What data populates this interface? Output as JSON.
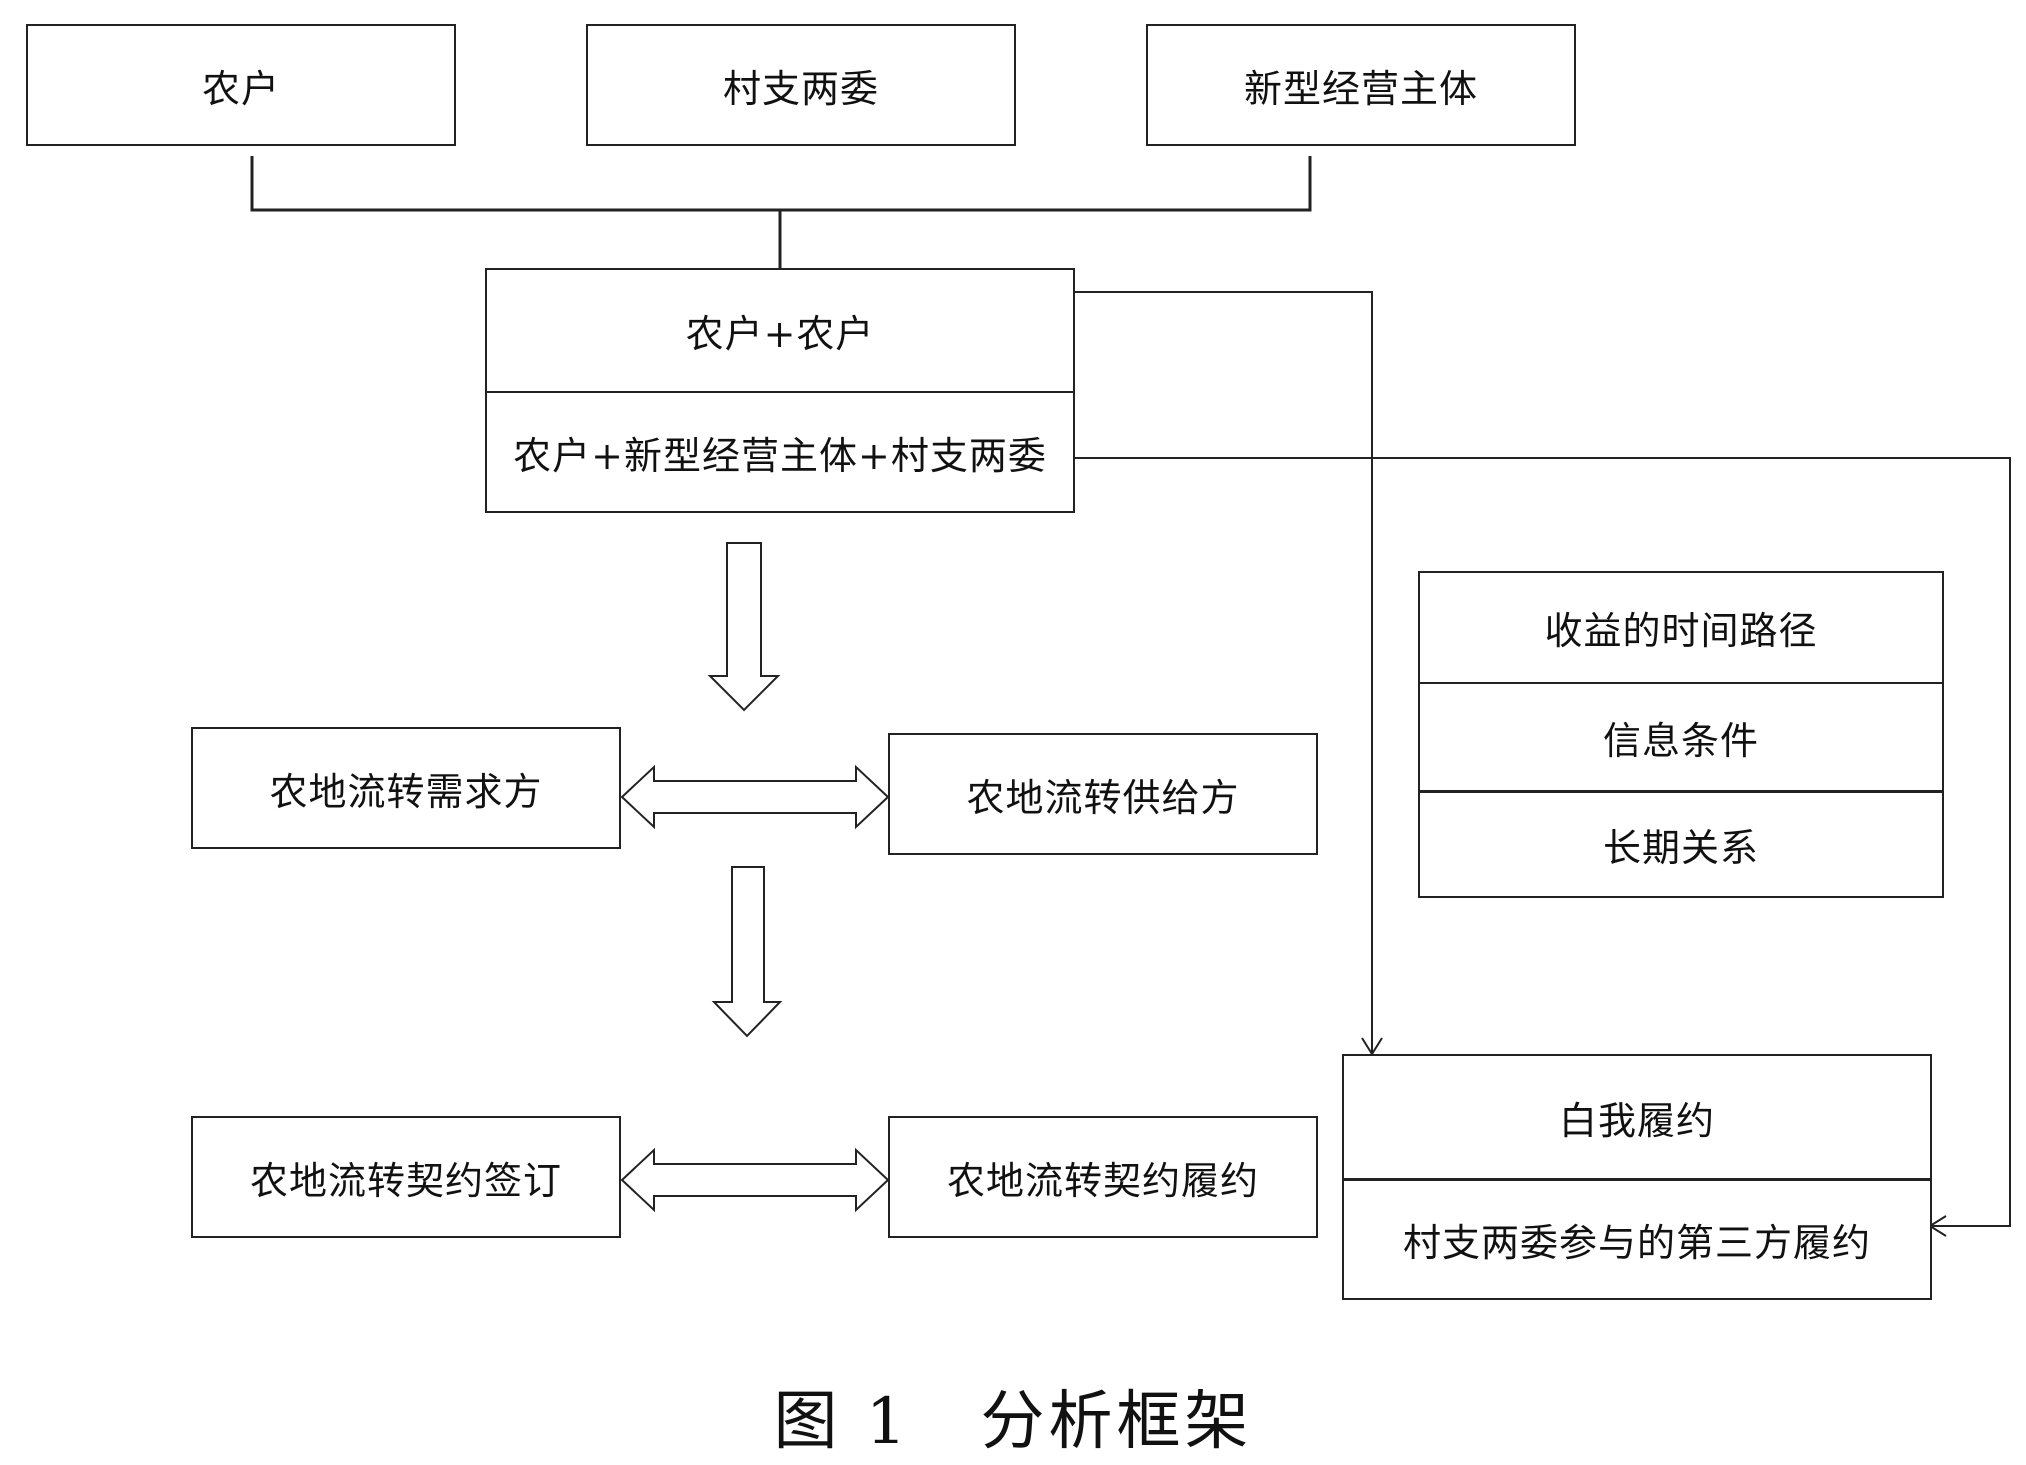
{
  "top_row": {
    "farmer": "农户",
    "village_committee": "村支两委",
    "new_entity": "新型经营主体"
  },
  "combination_box": {
    "row1": "农户+农户",
    "row2": "农户+新型经营主体+村支两委"
  },
  "middle": {
    "demand": "农地流转需求方",
    "supply": "农地流转供给方"
  },
  "bottom": {
    "signing": "农地流转契约签订",
    "performance": "农地流转契约履约"
  },
  "factors_box": {
    "row1": "收益的时间路径",
    "row2": "信息条件",
    "row3": "长期关系"
  },
  "fulfillment_box": {
    "row1": "白我履约",
    "row2": "村支两委参与的第三方履约"
  },
  "caption": {
    "figure_number": "图 1",
    "title": "分析框架"
  }
}
